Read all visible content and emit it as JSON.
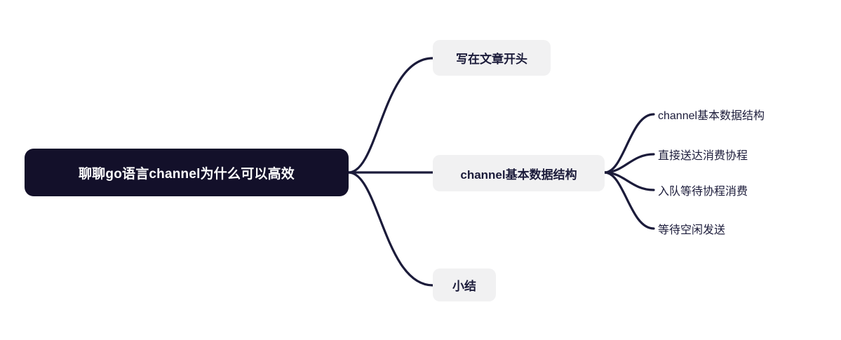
{
  "diagram": {
    "type": "mindmap",
    "title": "聊聊go语言channel为什么可以高效",
    "colors": {
      "root_background": "#13102a",
      "root_text": "#ffffff",
      "branch_background": "#f1f1f2",
      "branch_text": "#1b1b3a",
      "leaf_text": "#1b1b3a",
      "connector": "#1b1b3a",
      "canvas_background": "#ffffff"
    },
    "root": {
      "label": "聊聊go语言channel为什么可以高效"
    },
    "branches": [
      {
        "label": "写在文章开头"
      },
      {
        "label": "channel基本数据结构"
      },
      {
        "label": "小结"
      }
    ],
    "leaves": [
      {
        "label": "channel基本数据结构"
      },
      {
        "label": "直接送达消费协程"
      },
      {
        "label": "入队等待协程消费"
      },
      {
        "label": "等待空闲发送"
      }
    ]
  }
}
